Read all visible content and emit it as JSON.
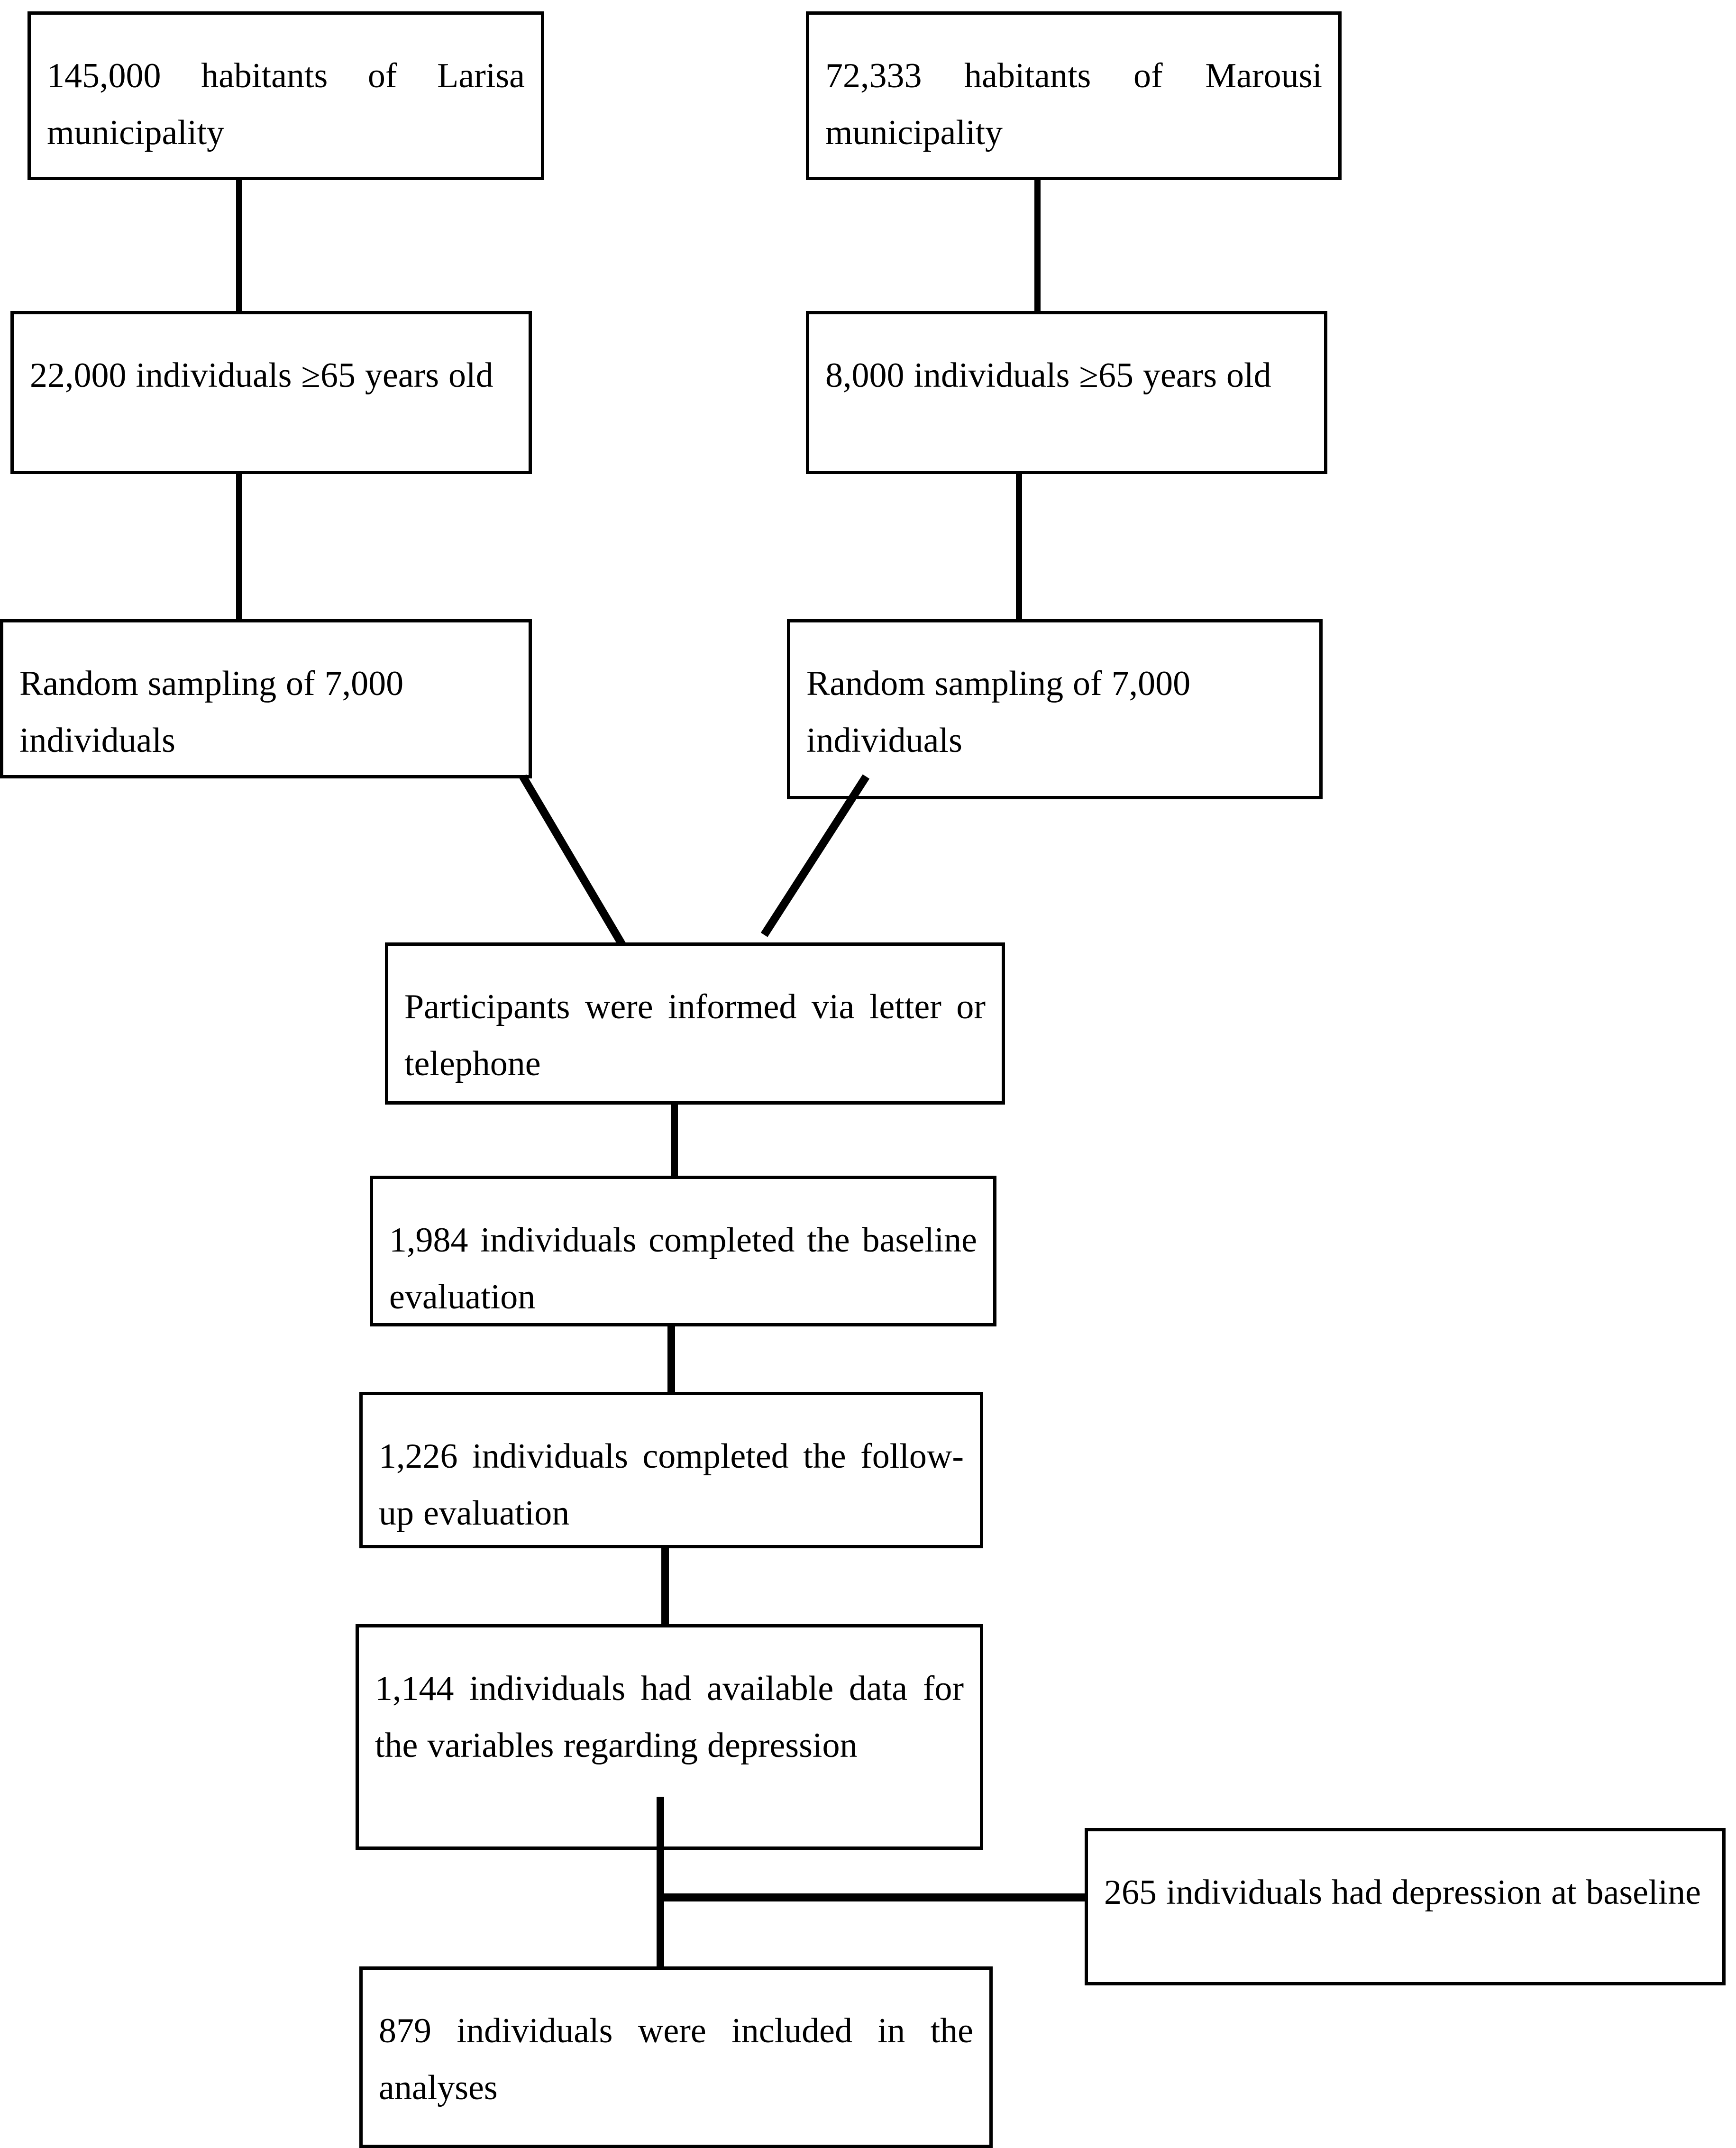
{
  "figure": {
    "type": "flowchart",
    "orientation": "top-down",
    "style": {
      "box_border_color": "#000000",
      "box_fill_color": "#ffffff",
      "connector_color": "#000000",
      "text_color": "#000000"
    }
  },
  "nodes": {
    "larisa_population": {
      "id": "larisa-population",
      "text": "145,000 habitants of Larisa municipality",
      "lines": [
        "145,000 habitants of Larisa",
        "municipality"
      ],
      "value": "145,000",
      "label": "habitants of Larisa municipality"
    },
    "marousi_population": {
      "id": "marousi-population",
      "text": "72,333 habitants of Marousi municipality",
      "lines": [
        "72,333 habitants of",
        "Marousi municipality"
      ],
      "value": "72,333",
      "label": "habitants of Marousi municipality"
    },
    "larisa_elderly": {
      "id": "larisa-elderly",
      "text": "22,000 individuals ≥65 years old",
      "lines": [
        "22,000 individuals ≥65",
        "years old"
      ],
      "value": "22,000",
      "label": "individuals ≥65 years old"
    },
    "marousi_elderly": {
      "id": "marousi-elderly",
      "text": "8,000 individuals ≥65 years old",
      "lines": [
        "8,000 individuals ≥65",
        "years old"
      ],
      "value": "8,000",
      "label": "individuals ≥65 years old"
    },
    "larisa_sample": {
      "id": "larisa-sample",
      "text": "Random sampling of 7,000 individuals",
      "lines": [
        "Random sampling of 7,000",
        "individuals"
      ],
      "value": "7,000",
      "label": "Random sampling of 7,000 individuals"
    },
    "marousi_sample": {
      "id": "marousi-sample",
      "text": "Random sampling of 7,000 individuals",
      "lines": [
        "Random sampling of 7,000",
        "individuals"
      ],
      "value": "7,000",
      "label": "Random sampling of 7,000 individuals"
    },
    "informed": {
      "id": "participants-informed",
      "text": "Participants were informed via letter or telephone",
      "lines": [
        "Participants were informed via",
        "letter or telephone"
      ]
    },
    "baseline": {
      "id": "baseline-completed",
      "text": "1,984 individuals completed the baseline evaluation",
      "lines": [
        "1,984 individuals completed the",
        "baseline evaluation"
      ],
      "value": "1,984"
    },
    "followup": {
      "id": "followup-completed",
      "text": "1,226 individuals completed the follow-up evaluation",
      "lines": [
        "1,226 individuals completed the",
        "follow-up evaluation"
      ],
      "value": "1,226"
    },
    "available_data": {
      "id": "available-data",
      "text": "1,144 individuals had available data for the variables regarding depression",
      "lines": [
        "1,144 individuals had available",
        "data for the variables regarding",
        "depression"
      ],
      "value": "1,144"
    },
    "excluded_depressed": {
      "id": "excluded-depressed",
      "text": "265 individuals had depression at baseline",
      "lines": [
        "265 individuals had depression",
        "at baseline"
      ],
      "value": "265"
    },
    "included": {
      "id": "included-analyses",
      "text": "879 individuals were included in the analyses",
      "lines": [
        "879 individuals were included",
        "in the analyses"
      ],
      "value": "879"
    }
  },
  "edges": [
    {
      "from": "larisa_population",
      "to": "larisa_elderly",
      "kind": "vertical"
    },
    {
      "from": "marousi_population",
      "to": "marousi_elderly",
      "kind": "vertical"
    },
    {
      "from": "larisa_elderly",
      "to": "larisa_sample",
      "kind": "vertical"
    },
    {
      "from": "marousi_elderly",
      "to": "marousi_sample",
      "kind": "vertical"
    },
    {
      "from": "larisa_sample",
      "to": "informed",
      "kind": "diagonal"
    },
    {
      "from": "marousi_sample",
      "to": "informed",
      "kind": "diagonal"
    },
    {
      "from": "informed",
      "to": "baseline",
      "kind": "vertical"
    },
    {
      "from": "baseline",
      "to": "followup",
      "kind": "vertical"
    },
    {
      "from": "followup",
      "to": "available_data",
      "kind": "vertical"
    },
    {
      "from": "available_data",
      "to": "included",
      "kind": "vertical"
    },
    {
      "from": "available_data",
      "to": "excluded_depressed",
      "kind": "horizontal-branch"
    }
  ]
}
